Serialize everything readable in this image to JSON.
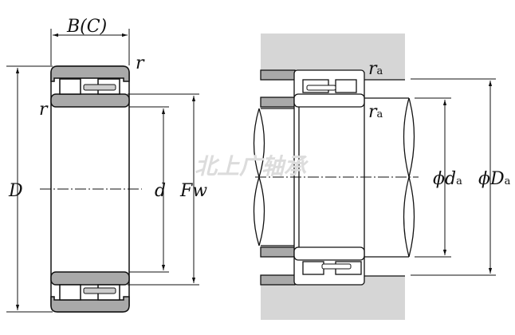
{
  "left_labels": {
    "width": "B(C)",
    "r_top": "r",
    "r_side": "r",
    "outer_diameter": "D",
    "bore": "d",
    "roller_inscribed": "Fw"
  },
  "right_labels": {
    "ra_top": "r",
    "ra_bottom": "r",
    "ra_sub": "a",
    "da_prefix": "ϕd",
    "Da_prefix": "ϕD",
    "sub": "a"
  },
  "watermark": "北上广轴承",
  "colors": {
    "ring": "#a9a9a9",
    "housing": "#d6d6d6",
    "line": "#111111"
  }
}
